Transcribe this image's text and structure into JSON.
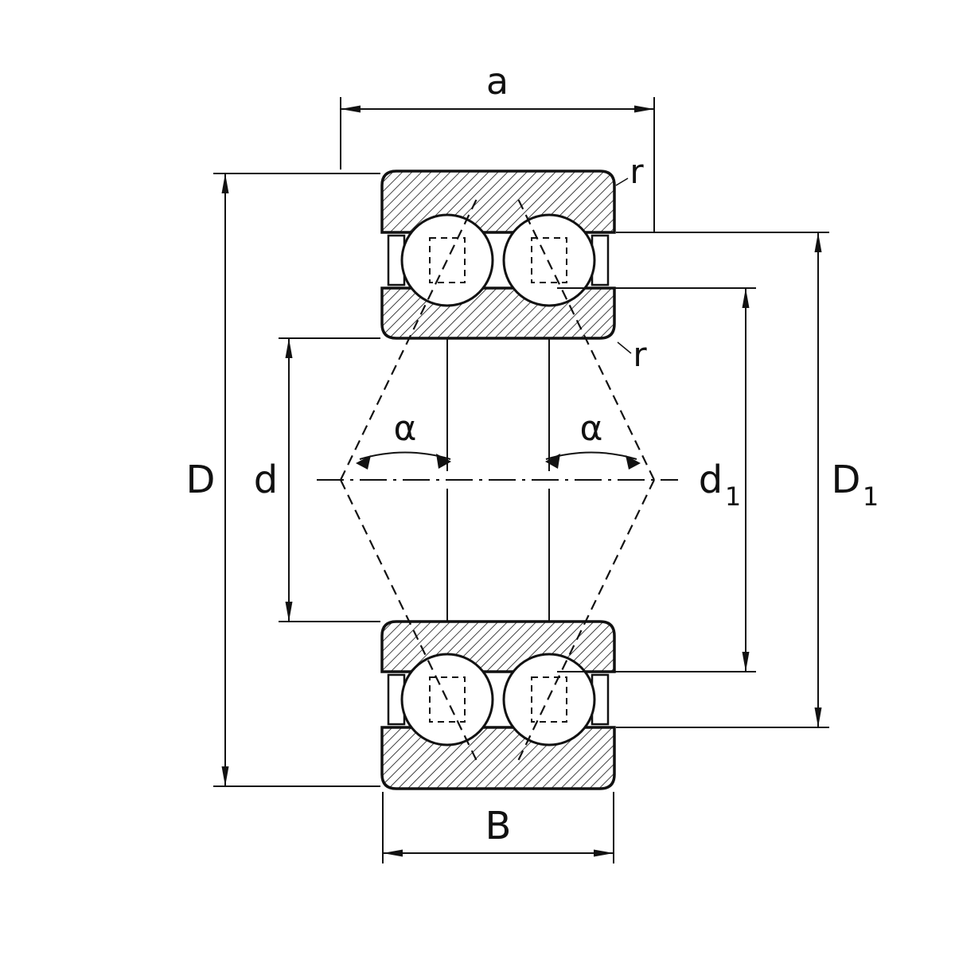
{
  "diagram": {
    "kind": "double-row angular contact ball bearing cross-section",
    "colors": {
      "line": "#111111",
      "background": "#ffffff"
    }
  },
  "labels": {
    "dim_a": "a",
    "radius_top": "r",
    "radius_inner": "r",
    "outer_diameter": "D",
    "bore_diameter": "d",
    "contact_angle_left": "α",
    "contact_angle_right": "α",
    "shoulder_inner_main": "d",
    "shoulder_inner_sub": "1",
    "shoulder_outer_main": "D",
    "shoulder_outer_sub": "1",
    "width_b": "B"
  }
}
